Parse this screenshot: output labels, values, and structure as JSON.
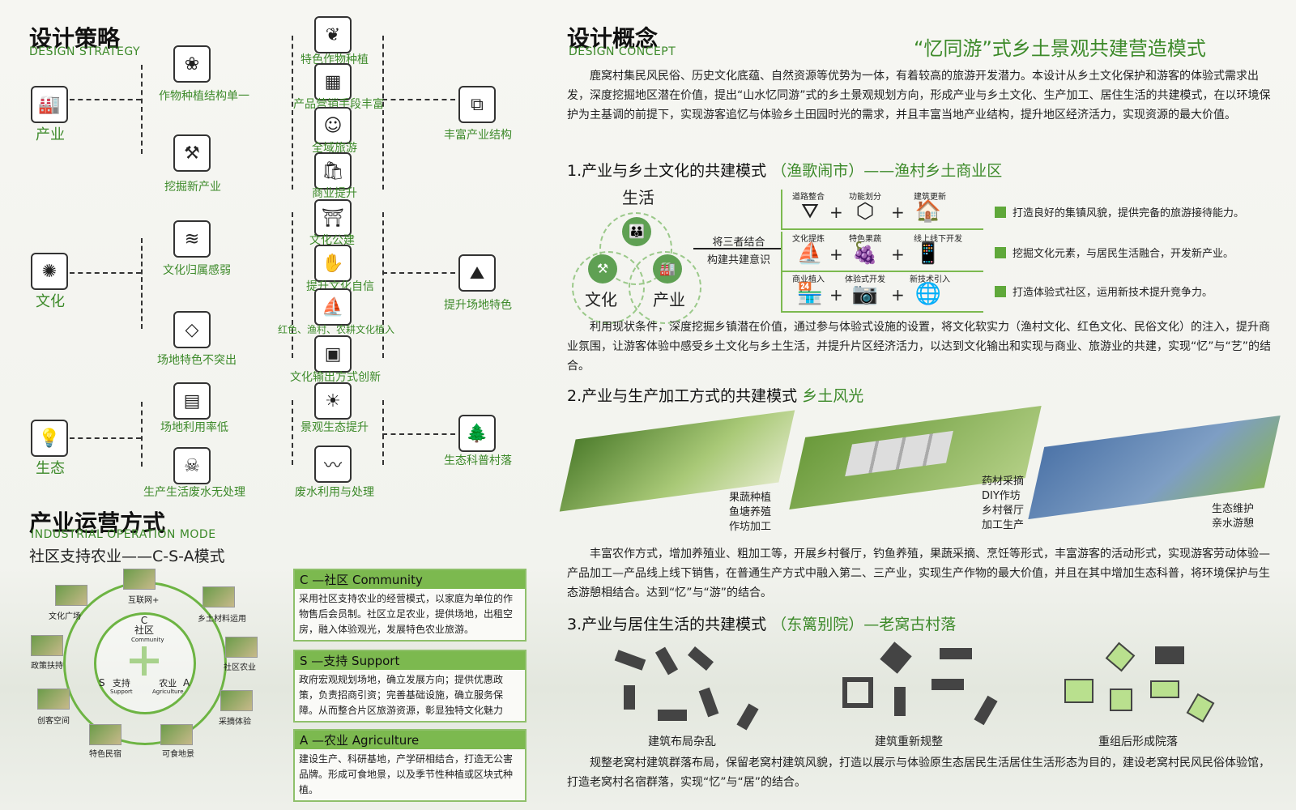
{
  "strategy": {
    "title": "设计策略",
    "subtitle": "DESIGN STRATEGY",
    "categories": [
      "产业",
      "文化",
      "生态"
    ],
    "problems": [
      "作物种植结构单一",
      "挖掘新产业",
      "文化归属感弱",
      "场地特色不突出",
      "场地利用率低",
      "生产生活废水无处理"
    ],
    "measures": [
      "特色作物种植",
      "产品营销手段丰富",
      "全域旅游",
      "商业提升",
      "文化公建",
      "提升文化自信",
      "红色、渔村、农耕文化植入",
      "文化输出方式创新",
      "景观生态提升",
      "废水利用与处理"
    ],
    "goals": [
      "丰富产业结构",
      "提升场地特色",
      "生态科普村落"
    ]
  },
  "operation": {
    "title": "产业运营方式",
    "subtitle": "INDUSTRIAL OPERATION MODE",
    "mode": "社区支持农业——C-S-A模式",
    "ring": [
      "互联网+",
      "乡土材料运用",
      "社区农业",
      "采摘体验",
      "可食地景",
      "特色民宿",
      "创客空间",
      "政策扶持",
      "文化广场"
    ],
    "center": {
      "c": "C",
      "c_cn": "社区",
      "c_en": "Community",
      "s": "S",
      "s_cn": "支持",
      "s_en": "Support",
      "a": "A",
      "a_cn": "农业",
      "a_en": "Agriculture"
    },
    "cards": [
      {
        "title": "C —社区 Community",
        "body": "采用社区支持农业的经营模式，以家庭为单位的作物售后会员制。社区立足农业，提供场地，出租空房，融入体验观光，发展特色农业旅游。"
      },
      {
        "title": "S —支持 Support",
        "body": "政府宏观规划场地，确立发展方向；提供优惠政策，负责招商引资；完善基础设施，确立服务保障。从而整合片区旅游资源，彰显独特文化魅力"
      },
      {
        "title": "A —农业 Agriculture",
        "body": "建设生产、科研基地，产学研相结合，打造无公害品牌。形成可食地景，以及季节性种植或区块式种植。"
      }
    ]
  },
  "concept": {
    "title": "设计概念",
    "subtitle": "DESIGN CONCEPT",
    "slogan": "“忆同游”式乡土景观共建营造模式",
    "intro": "鹿窝村集民风民俗、历史文化底蕴、自然资源等优势为一体，有着较高的旅游开发潜力。本设计从乡土文化保护和游客的体验式需求出发，深度挖掘地区潜在价值，提出“山水忆同游”式的乡土景观规划方向，形成产业与乡土文化、生产加工、居住生活的共建模式，在以环境保护为主基调的前提下，实现游客追忆与体验乡土田园时光的需求，并且丰富当地产业结构，提升地区经济活力，实现资源的最大价值。"
  },
  "s1": {
    "title": "1.产业与乡土文化的共建模式",
    "tag": "（渔歌闹市）——渔村乡土商业区",
    "cycle": [
      "生活",
      "文化",
      "产业"
    ],
    "combine_top": "将三者结合",
    "combine_bottom": "构建共建意识",
    "rows": [
      [
        "道路整合",
        "功能划分",
        "建筑更新"
      ],
      [
        "文化提炼",
        "特色果蔬",
        "线上线下开发"
      ],
      [
        "商业植入",
        "体验式开发",
        "新技术引入"
      ]
    ],
    "bullets": [
      "打造良好的集镇风貌，提供完备的旅游接待能力。",
      "挖掘文化元素，与居民生活融合，开发新产业。",
      "打造体验式社区，运用新技术提升竞争力。"
    ],
    "text": "利用现状条件，深度挖掘乡镇潜在价值，通过参与体验式设施的设置，将文化软实力（渔村文化、红色文化、民俗文化）的注入，提升商业氛围，让游客体验中感受乡土文化与乡土生活，并提升片区经济活力，以达到文化输出和实现与商业、旅游业的共建，实现“忆”与“艺”的结合。"
  },
  "s2": {
    "title": "2.产业与生产加工方式的共建模式",
    "tag": "乡土风光",
    "labels": [
      [
        "果蔬种植",
        "鱼塘养殖",
        "作坊加工"
      ],
      [
        "药材采摘",
        "DIY作坊",
        "乡村餐厅",
        "加工生产"
      ],
      [
        "生态维护",
        "亲水游憩"
      ]
    ],
    "text": "丰富农作方式，增加养殖业、粗加工等，开展乡村餐厅，钓鱼养殖，果蔬采摘、烹饪等形式，丰富游客的活动形式，实现游客劳动体验—产品加工—产品线上线下销售，在普通生产方式中融入第二、三产业，实现生产作物的最大价值，并且在其中增加生态科普，将环境保护与生态游憩相结合。达到“忆”与“游”的结合。"
  },
  "s3": {
    "title": "3.产业与居住生活的共建模式",
    "tag": "（东篱别院）—老窝古村落",
    "labels": [
      "建筑布局杂乱",
      "建筑重新规整",
      "重组后形成院落"
    ],
    "text": "规整老窝村建筑群落布局，保留老窝村建筑风貌，打造以展示与体验原生态居民生活居住生活形态为目的，建设老窝村民风民俗体验馆，打造老窝村名宿群落，实现“忆”与“居”的结合。"
  }
}
